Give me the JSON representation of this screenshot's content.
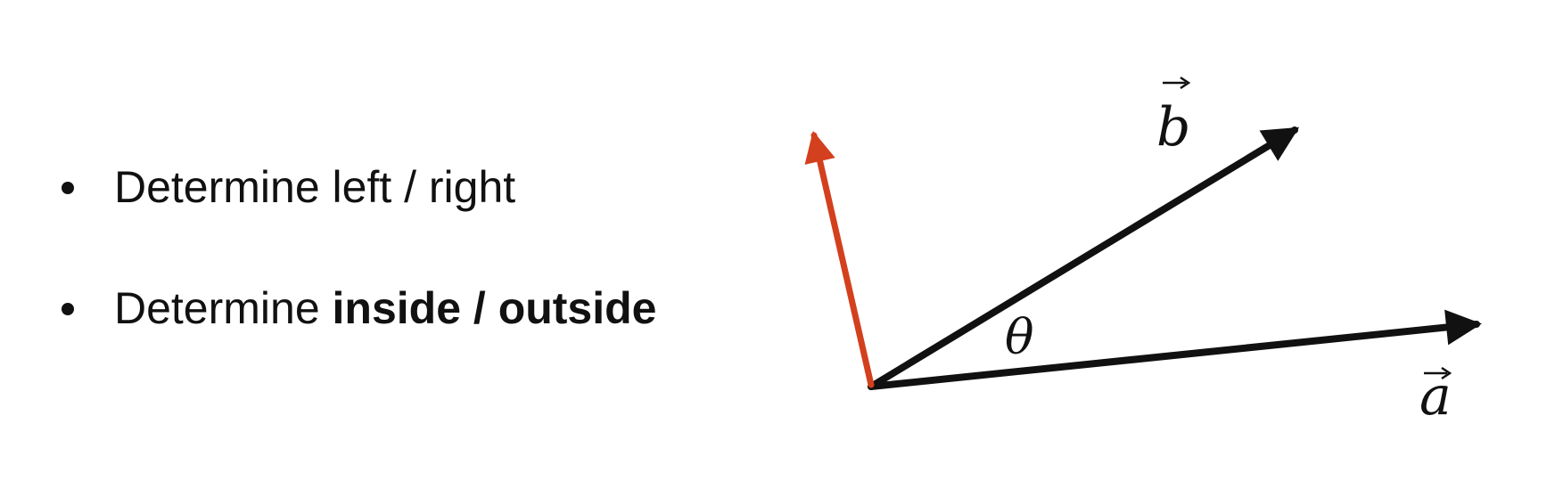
{
  "bullets": [
    {
      "text": "Determine left / right"
    },
    {
      "prefix": "Determine ",
      "bold": "inside / outside"
    }
  ],
  "diagram": {
    "labels": {
      "a": "a",
      "b": "b",
      "theta": "θ"
    },
    "colors": {
      "vectors": "#111111",
      "normal_vector": "#d3401e"
    },
    "vector_names": [
      "vector-a",
      "vector-b",
      "normal-vector-red"
    ]
  }
}
